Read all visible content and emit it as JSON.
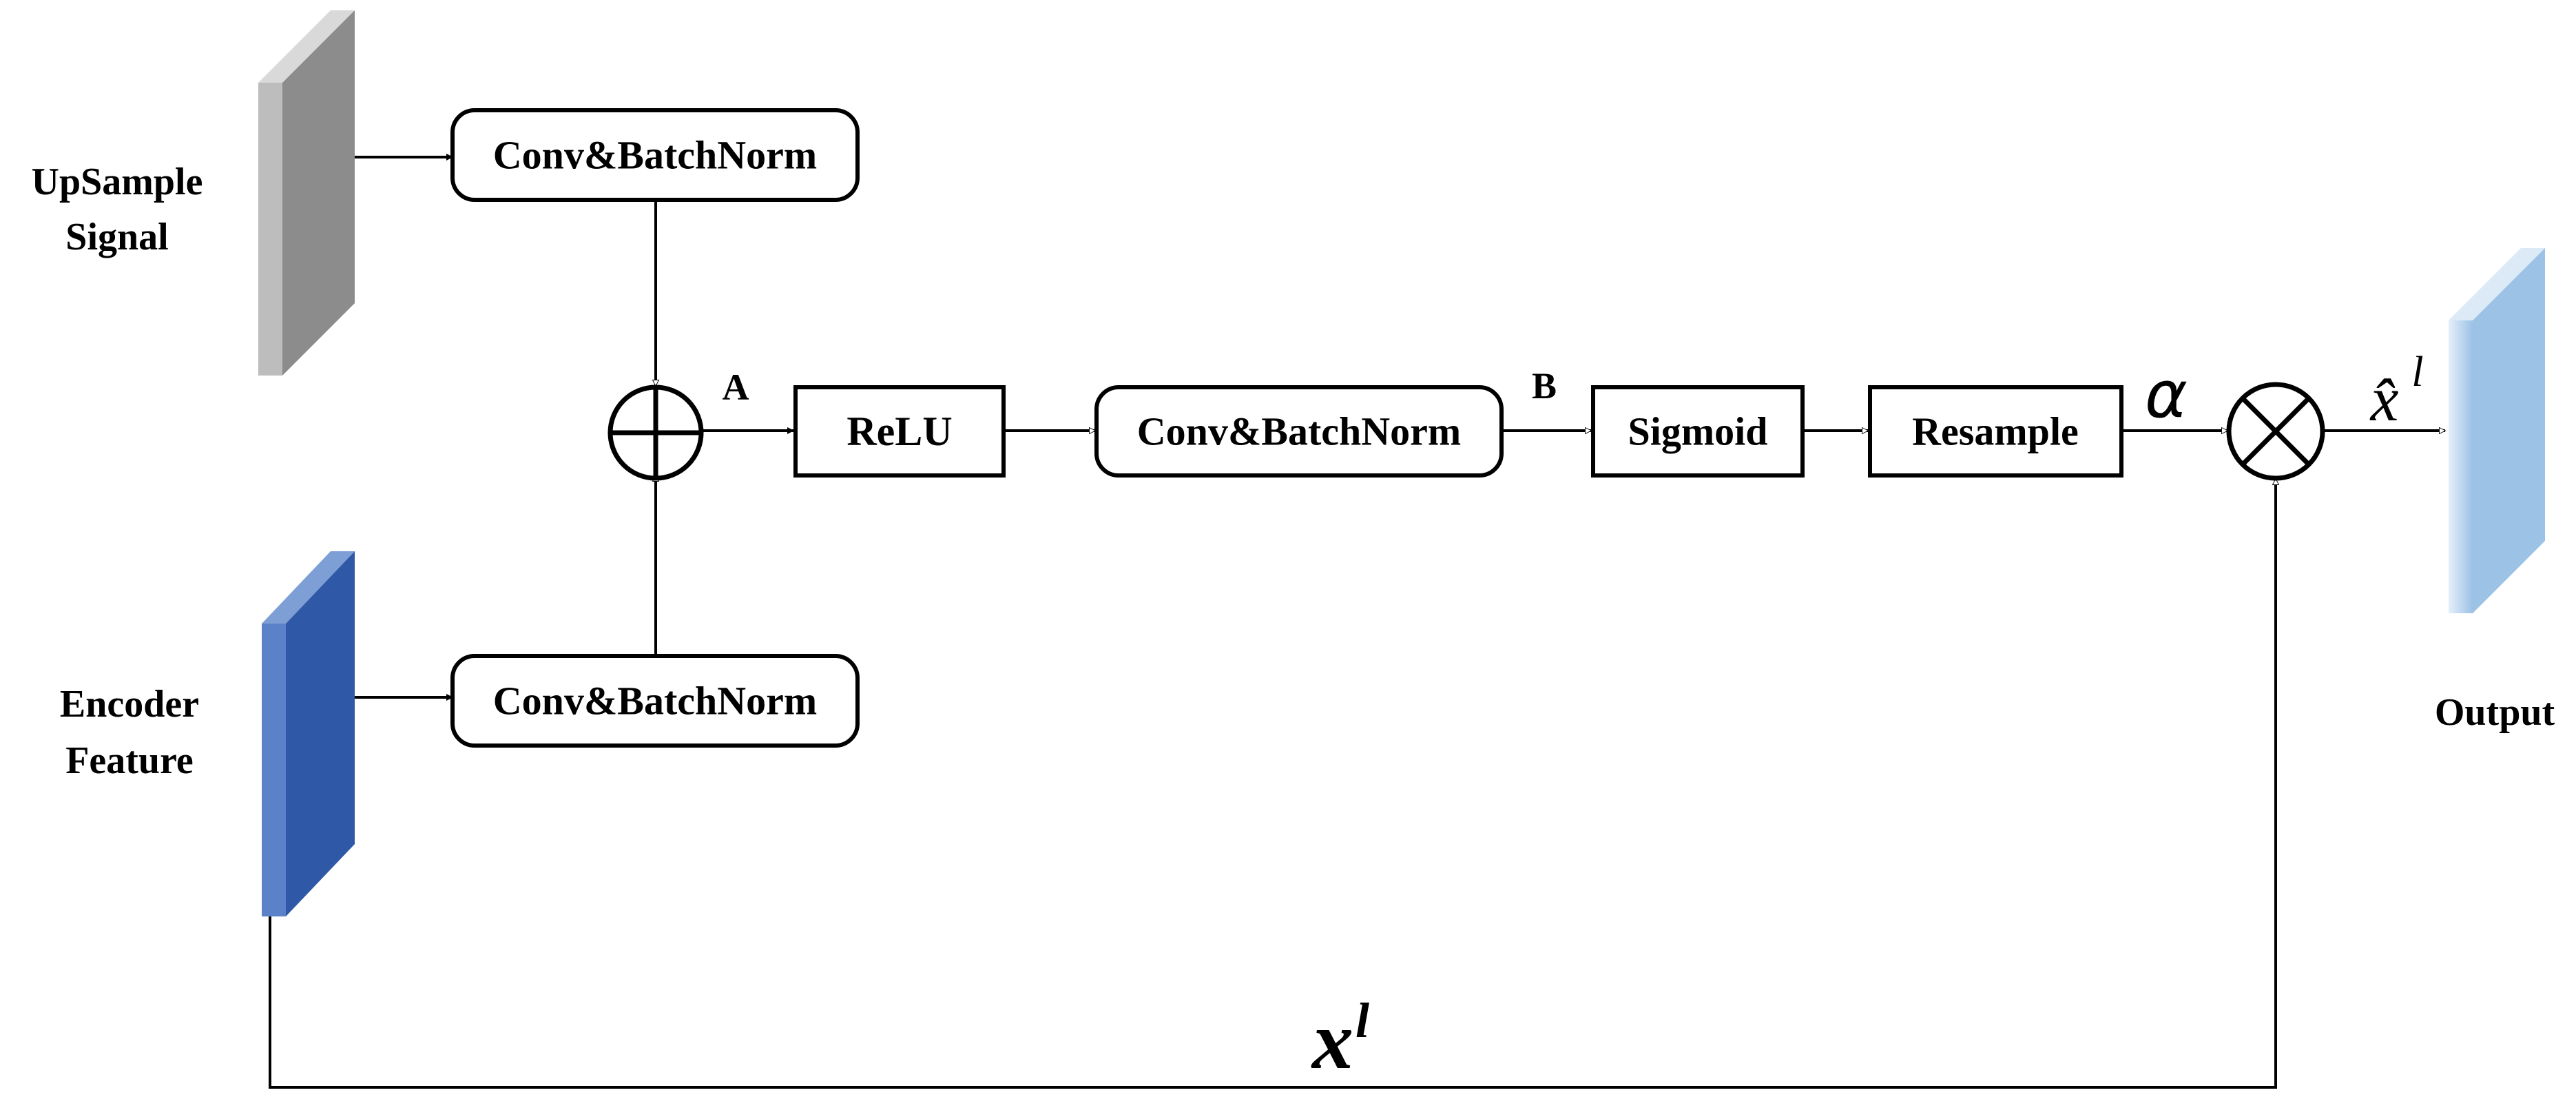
{
  "inputs": {
    "upsample_label_line1": "UpSample",
    "upsample_label_line2": "Signal",
    "encoder_label_line1": "Encoder",
    "encoder_label_line2": "Feature"
  },
  "blocks": {
    "conv_top": "Conv&BatchNorm",
    "conv_bottom": "Conv&BatchNorm",
    "relu": "ReLU",
    "conv_mid": "Conv&BatchNorm",
    "sigmoid": "Sigmoid",
    "resample": "Resample"
  },
  "labels": {
    "point_a": "A",
    "point_b": "B",
    "alpha": "α",
    "xhat_base": "x̂",
    "xhat_sup": "l",
    "skip_base": "x",
    "skip_sup": "l",
    "output": "Output"
  },
  "colors": {
    "upsample_front": "#8c8c8c",
    "upsample_side": "#bdbdbd",
    "encoder_front": "#2f58a6",
    "encoder_side": "#5b82c8",
    "output_front": "#9cc2e6",
    "output_side": "#cfe2f5"
  }
}
